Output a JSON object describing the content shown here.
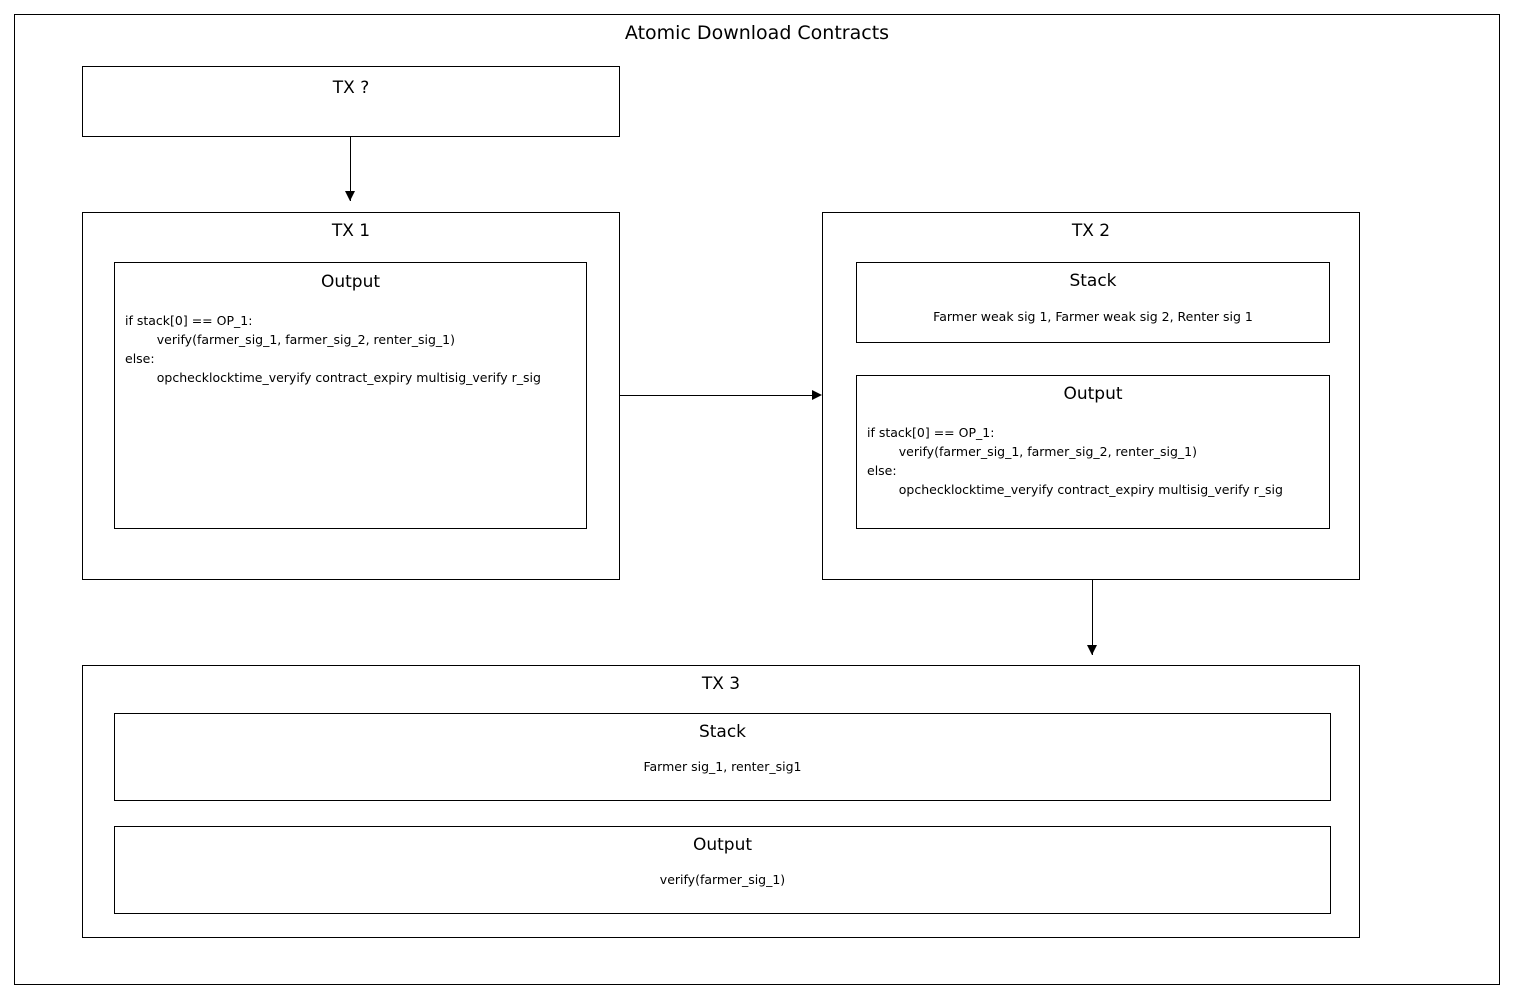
{
  "diagram": {
    "title": "Atomic Download Contracts",
    "type": "flowchart",
    "nodes": [
      {
        "id": "tx-unknown",
        "title": "TX ?",
        "sections": []
      },
      {
        "id": "tx1",
        "title": "TX 1",
        "sections": [
          {
            "id": "tx1-output",
            "heading": "Output",
            "code": "if stack[0] == OP_1:\n        verify(farmer_sig_1, farmer_sig_2, renter_sig_1)\nelse:\n        opchecklocktime_veryify contract_expiry multisig_verify r_sig"
          }
        ]
      },
      {
        "id": "tx2",
        "title": "TX 2",
        "sections": [
          {
            "id": "tx2-stack",
            "heading": "Stack",
            "text": "Farmer weak sig 1, Farmer weak sig 2, Renter sig 1"
          },
          {
            "id": "tx2-output",
            "heading": "Output",
            "code": "if stack[0] == OP_1:\n        verify(farmer_sig_1, farmer_sig_2, renter_sig_1)\nelse:\n        opchecklocktime_veryify contract_expiry multisig_verify r_sig"
          }
        ]
      },
      {
        "id": "tx3",
        "title": "TX 3",
        "sections": [
          {
            "id": "tx3-stack",
            "heading": "Stack",
            "text": "Farmer sig_1, renter_sig1"
          },
          {
            "id": "tx3-output",
            "heading": "Output",
            "text": "verify(farmer_sig_1)"
          }
        ]
      }
    ],
    "edges": [
      {
        "id": "edge-tx-unknown-to-tx1",
        "from": "tx-unknown",
        "to": "tx1",
        "direction": "down"
      },
      {
        "id": "edge-tx1-to-tx2",
        "from": "tx1",
        "to": "tx2",
        "direction": "right"
      },
      {
        "id": "edge-tx2-to-tx3",
        "from": "tx2",
        "to": "tx3",
        "direction": "down"
      }
    ],
    "colors": {
      "stroke": "#000000",
      "background": "#ffffff",
      "text": "#000000"
    }
  }
}
